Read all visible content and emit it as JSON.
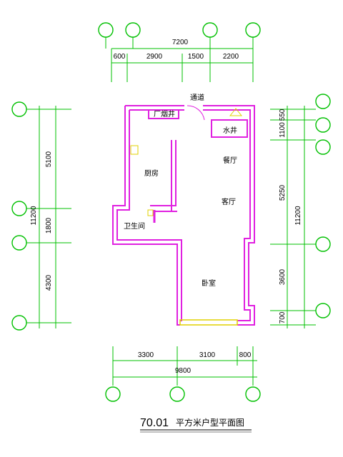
{
  "top_dims": {
    "total": "7200",
    "segments": [
      "600",
      "2900",
      "1500",
      "2200"
    ]
  },
  "bottom_dims": {
    "total": "9800",
    "segments": [
      "3300",
      "3100",
      "800"
    ]
  },
  "left_dims": {
    "total": "11200",
    "segments": [
      "5100",
      "1800",
      "4300"
    ]
  },
  "right_dims": {
    "total": "11200",
    "segments": [
      "550",
      "1100",
      "5250",
      "3600",
      "700"
    ]
  },
  "rooms": {
    "flue": "厂烟井",
    "vent": "通道",
    "shaft": "水井",
    "kitchen": "厨房",
    "dining": "餐厅",
    "living": "客厅",
    "bathroom": "卫生间",
    "bedroom": "卧室"
  },
  "title": {
    "area": "70.01",
    "text": "平方米户型平面图"
  },
  "colors": {
    "wall": "#e020e0",
    "grid": "#00c000",
    "text": "#000000"
  }
}
